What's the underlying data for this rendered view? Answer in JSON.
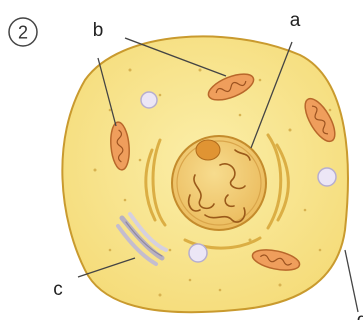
{
  "figure": {
    "number": "2"
  },
  "labels": {
    "a": "a",
    "b": "b",
    "c": "c",
    "d": "d"
  },
  "colors": {
    "cytoplasm": "#f8e48a",
    "cytoplasm_edge": "#c99a2e",
    "nucleus": "#f2c766",
    "nucleolus": "#e09433",
    "chromatin": "#9a5a1a",
    "mitochondrion": "#ef9e5c",
    "golgi": "#cfc9d6",
    "vacuole": "#ece6f6",
    "leader": "#444444"
  }
}
